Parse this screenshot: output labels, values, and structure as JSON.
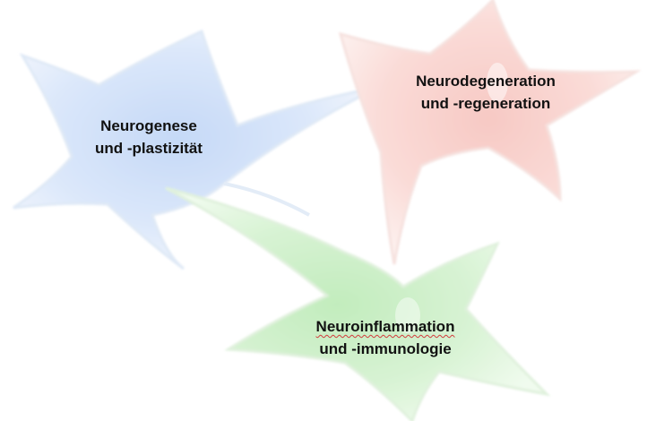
{
  "cells": [
    {
      "id": "neurogenese",
      "line1": "Neurogenese",
      "line2": "und -plastizität",
      "color": "#c9dcf6"
    },
    {
      "id": "neurodegeneration",
      "line1": "Neurodegeneration",
      "line2": "und -regeneration",
      "color": "#f8d0cc"
    },
    {
      "id": "neuroinflammation",
      "line1": "Neuroinflammation",
      "line2": "und -immunologie",
      "color": "#c9eec4"
    }
  ]
}
